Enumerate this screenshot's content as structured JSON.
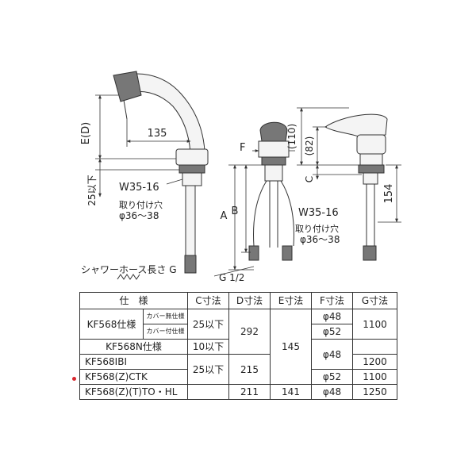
{
  "labels": {
    "e_d": "E(D)",
    "dim_135": "135",
    "c_25": "25以下",
    "w35_left": "W35-16",
    "hole_left": "取り付け穴",
    "phi_left": "φ36～38",
    "hose": "シャワーホース長さ G",
    "f": "F",
    "a": "A",
    "b": "B",
    "w35_mid": "W35-16",
    "hole_mid": "取り付け穴",
    "phi_mid": "φ36～38",
    "g12": "G 1/2",
    "d110": "(110)",
    "d82": "(82)",
    "c": "C",
    "d154": "154"
  },
  "table": {
    "headers": [
      "仕　様",
      "C寸法",
      "D寸法",
      "E寸法",
      "F寸法",
      "G寸法"
    ],
    "kf568": "KF568仕様",
    "cover_none": "カバー無仕様",
    "cover_with": "カバー付仕様",
    "kf568n": "KF568N仕様",
    "kf568ibi": "KF568IBI",
    "kf568ctk": "KF568(Z)CTK",
    "kf568tohl": "KF568(Z)(T)TO・HL",
    "c1": "25以下",
    "c2": "10以下",
    "c3": "25以下",
    "d1": "292",
    "d2": "215",
    "d3": "211",
    "e1": "145",
    "e2": "141",
    "f1": "φ48",
    "f2": "φ52",
    "f3": "φ48",
    "f4": "φ52",
    "f5": "φ48",
    "g1": "1100",
    "g2": "1200",
    "g3": "1100",
    "g4": "1250"
  },
  "colors": {
    "marker": "#d9272e",
    "line": "#333333"
  }
}
